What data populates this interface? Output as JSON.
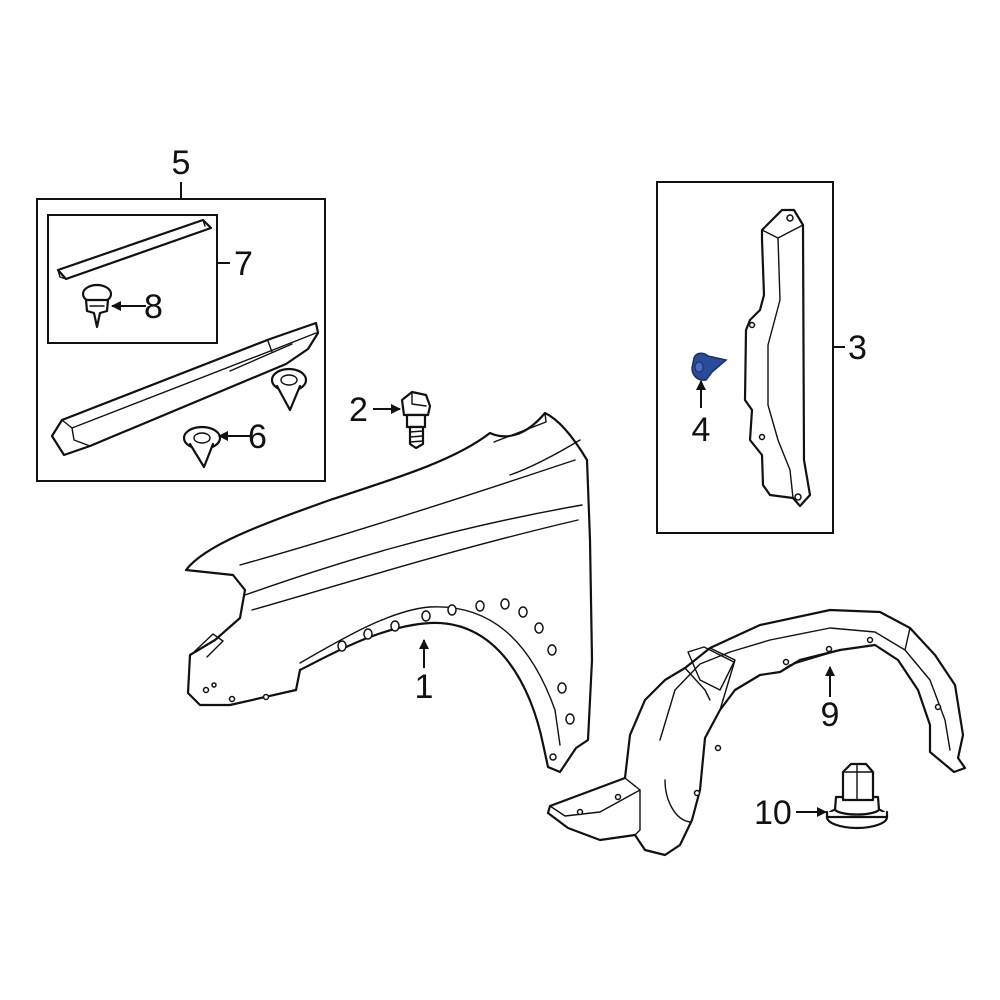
{
  "callouts": {
    "c1": "1",
    "c2": "2",
    "c3": "3",
    "c4": "4",
    "c5": "5",
    "c6": "6",
    "c7": "7",
    "c8": "8",
    "c9": "9",
    "c10": "10"
  },
  "colors": {
    "line": "#111111",
    "highlight": "#2a4a9a",
    "background": "#ffffff"
  }
}
